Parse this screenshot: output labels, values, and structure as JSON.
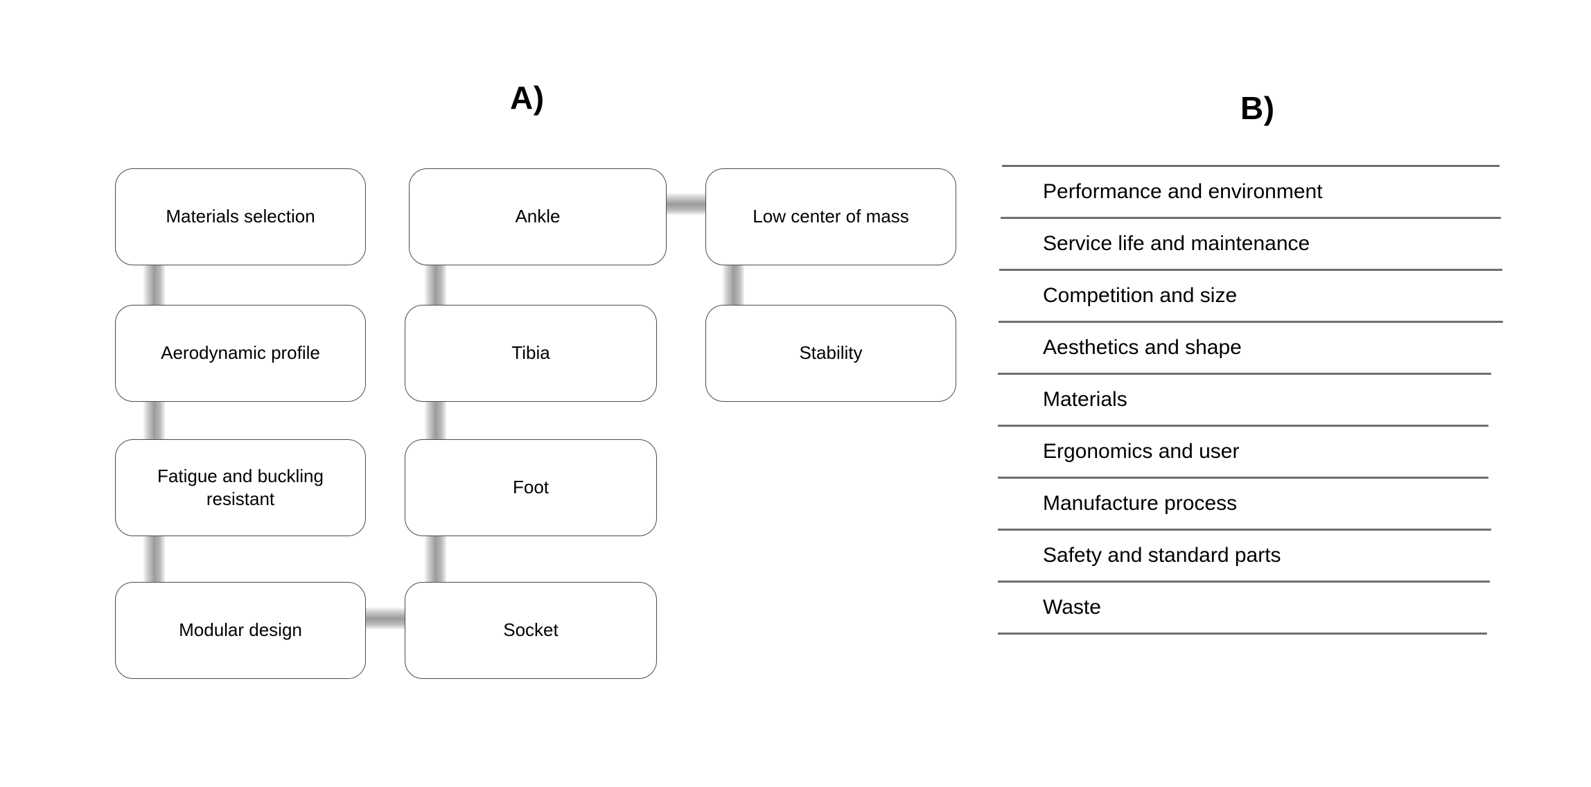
{
  "panels": {
    "a": {
      "label": "A)"
    },
    "b": {
      "label": "B)"
    }
  },
  "flow": {
    "nodes": [
      {
        "id": "materials-selection",
        "label": "Materials selection",
        "column": 1,
        "row": 1
      },
      {
        "id": "aerodynamic-profile",
        "label": "Aerodynamic profile",
        "column": 1,
        "row": 2
      },
      {
        "id": "fatigue-buckling",
        "label": "Fatigue and buckling resistant",
        "column": 1,
        "row": 3
      },
      {
        "id": "modular-design",
        "label": "Modular design",
        "column": 1,
        "row": 4
      },
      {
        "id": "ankle",
        "label": "Ankle",
        "column": 2,
        "row": 1
      },
      {
        "id": "tibia",
        "label": "Tibia",
        "column": 2,
        "row": 2
      },
      {
        "id": "foot",
        "label": "Foot",
        "column": 2,
        "row": 3
      },
      {
        "id": "socket",
        "label": "Socket",
        "column": 2,
        "row": 4
      },
      {
        "id": "low-center-of-mass",
        "label": "Low center of mass",
        "column": 3,
        "row": 1
      },
      {
        "id": "stability",
        "label": "Stability",
        "column": 3,
        "row": 2
      }
    ],
    "connectors": [
      {
        "from": "materials-selection",
        "to": "aerodynamic-profile",
        "orientation": "vertical"
      },
      {
        "from": "aerodynamic-profile",
        "to": "fatigue-buckling",
        "orientation": "vertical"
      },
      {
        "from": "fatigue-buckling",
        "to": "modular-design",
        "orientation": "vertical"
      },
      {
        "from": "ankle",
        "to": "tibia",
        "orientation": "vertical"
      },
      {
        "from": "tibia",
        "to": "foot",
        "orientation": "vertical"
      },
      {
        "from": "foot",
        "to": "socket",
        "orientation": "vertical"
      },
      {
        "from": "low-center-of-mass",
        "to": "stability",
        "orientation": "vertical"
      },
      {
        "from": "ankle",
        "to": "low-center-of-mass",
        "orientation": "horizontal"
      },
      {
        "from": "modular-design",
        "to": "socket",
        "orientation": "horizontal"
      }
    ]
  },
  "requirements": {
    "items": [
      "Performance and environment",
      "Service life and maintenance",
      "Competition and size",
      "Aesthetics and shape",
      "Materials",
      "Ergonomics and user",
      "Manufacture process",
      "Safety and standard parts",
      "Waste"
    ]
  },
  "colors": {
    "background": "#ffffff",
    "node_border": "#4a4a4a",
    "node_fill": "#ffffff",
    "text": "#000000",
    "rule": "#6e6e6e",
    "connector_dark": "#9b9b9b",
    "connector_light": "#ffffff"
  }
}
